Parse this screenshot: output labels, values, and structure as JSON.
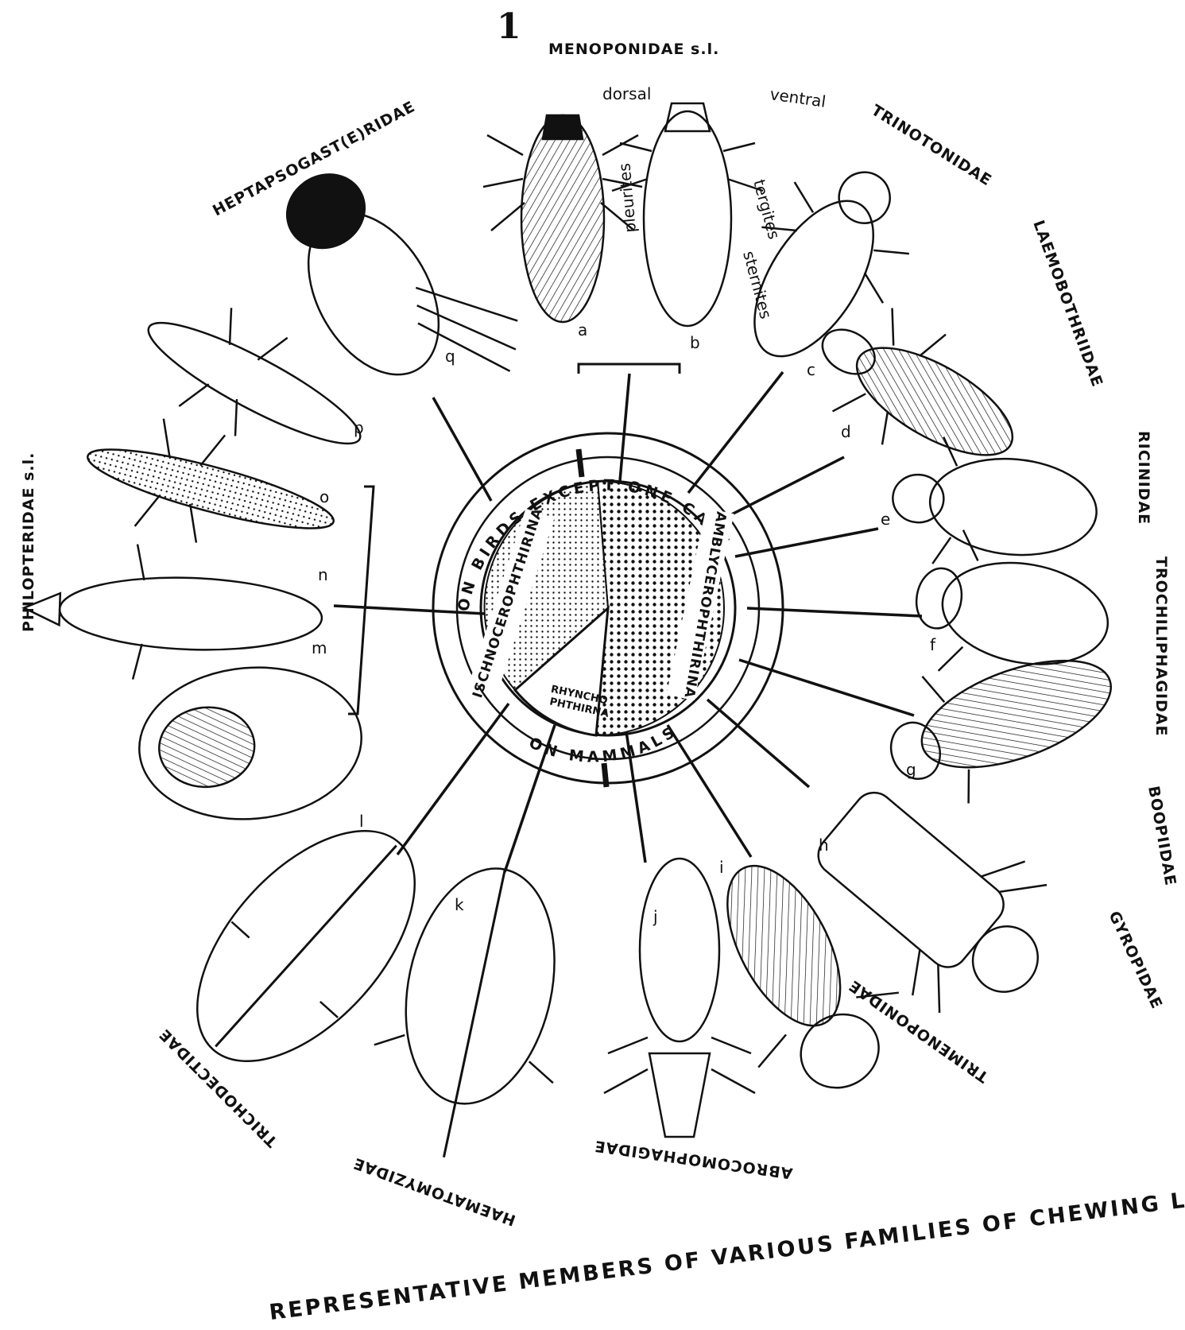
{
  "figure_number": "1",
  "caption": "REPRESENTATIVE MEMBERS OF VARIOUS FAMILIES OF CHEWING LICE",
  "view_labels": {
    "dorsal": "dorsal",
    "ventral": "ventral"
  },
  "anatomy_labels": {
    "tergites": "tergites",
    "sternites": "sternites",
    "pleurites": "pleurites"
  },
  "families": [
    {
      "name": "MENOPONIDAE s.l.",
      "specimens": [
        "a",
        "b"
      ]
    },
    {
      "name": "TRINOTONIDAE",
      "specimens": [
        "c"
      ]
    },
    {
      "name": "LAEMOBOTHRIIDAE",
      "specimens": [
        "d"
      ]
    },
    {
      "name": "RICINIDAE",
      "specimens": [
        "e"
      ]
    },
    {
      "name": "TROCHILIPHAGIDAE",
      "specimens": [
        "f"
      ]
    },
    {
      "name": "BOOPIIDAE",
      "specimens": [
        "g"
      ]
    },
    {
      "name": "GYROPIDAE",
      "specimens": [
        "h"
      ]
    },
    {
      "name": "TRIMENOPONIDAE",
      "specimens": [
        "i"
      ]
    },
    {
      "name": "ABROCOMOPHAGIDAE",
      "specimens": [
        "j"
      ]
    },
    {
      "name": "HAEMATOMYZIDAE",
      "specimens": [
        "k"
      ]
    },
    {
      "name": "TRICHODECTIDAE",
      "specimens": [
        "l"
      ]
    },
    {
      "name": "PHILOPTERIDAE s.l.",
      "specimens": [
        "m",
        "n",
        "o",
        "p"
      ]
    },
    {
      "name": "HEPTAPSOGAST(E)RIDAE",
      "specimens": [
        "q"
      ]
    }
  ],
  "central_wheel": {
    "ring_top": "ON BIRDS EXCEPT ONE CASE",
    "ring_bottom": "ON MAMMALS",
    "suborders": [
      "ISCHNOCEROPHTHIRINA",
      "AMBLYCEROPHTHIRINA",
      "RHYNCHOPHTHIRINA"
    ],
    "rhyncho_lines": [
      "RHYNCHO",
      "PHTHIRNA"
    ]
  },
  "colors": {
    "ink": "#111111",
    "paper": "#ffffff"
  }
}
